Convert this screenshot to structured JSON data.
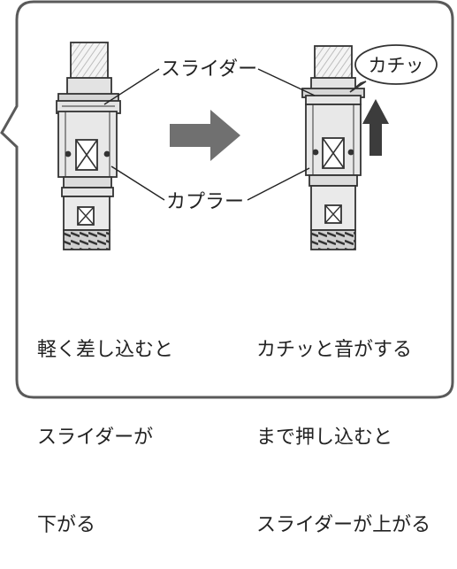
{
  "labels": {
    "slider": "スライダー",
    "coupler": "カプラー",
    "click_sound": "カチッ"
  },
  "captions": {
    "left": [
      "軽く差し込むと",
      "スライダーが",
      "下がる"
    ],
    "right": [
      "カチッと音がする",
      "まで押し込むと",
      "スライダーが上がる"
    ]
  },
  "colors": {
    "frame": "#5a5a5a",
    "arrow": "#707070",
    "up_arrow": "#3c3c3c",
    "metal_fill": "#e3e3e3",
    "line": "#333333"
  }
}
